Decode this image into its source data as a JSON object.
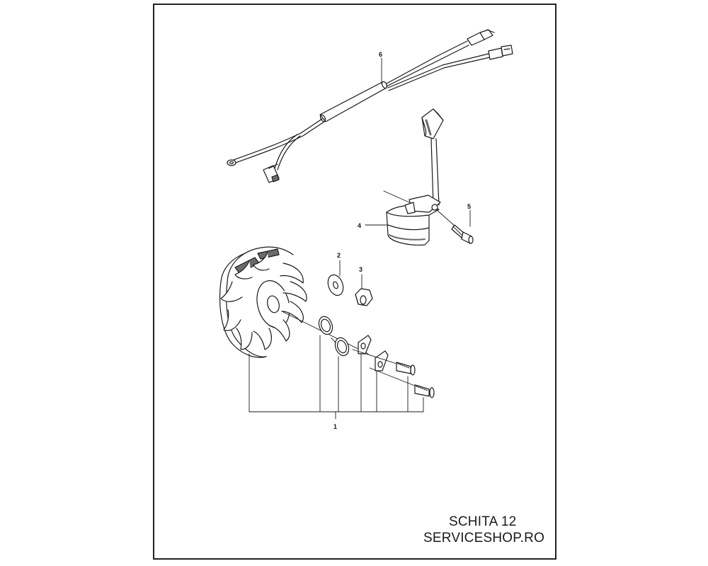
{
  "callouts": {
    "c1": "1",
    "c2": "2",
    "c3": "3",
    "c4": "4",
    "c5": "5",
    "c6": "6"
  },
  "title_block": {
    "line1": "SCHITA 12",
    "line2": "SERVICESHOP.RO"
  },
  "colors": {
    "line": "#1a1a1a",
    "shade": "#6b6b6b",
    "fill": "#ffffff"
  }
}
